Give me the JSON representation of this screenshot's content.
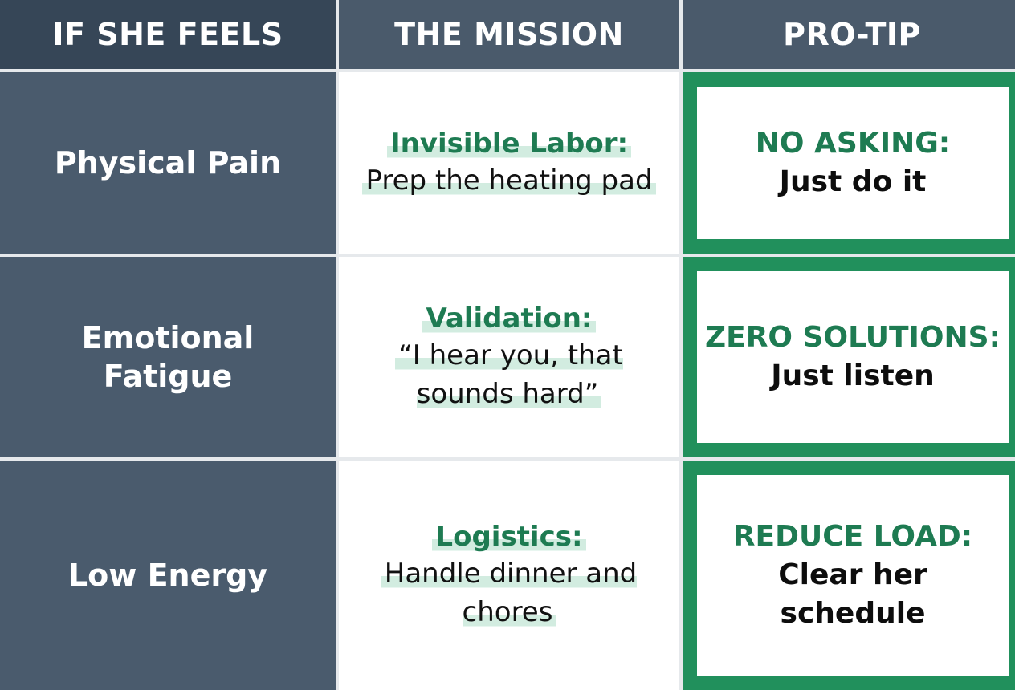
{
  "headers": [
    "IF SHE FEELS",
    "THE MISSION",
    "PRO-TIP"
  ],
  "rows": [
    {
      "feeling": "Physical Pain",
      "mission_label": "Invisible Labor:",
      "mission_text": "Prep the heating pad",
      "tip_label": "NO ASKING:",
      "tip_text": "Just do it"
    },
    {
      "feeling": "Emotional Fatigue",
      "mission_label": "Validation:",
      "mission_text": "“I hear you, that sounds hard”",
      "tip_label": "ZERO SOLUTIONS:",
      "tip_text": "Just listen"
    },
    {
      "feeling": "Low Energy",
      "mission_label": "Logistics:",
      "mission_text": "Handle dinner and chores",
      "tip_label": "REDUCE LOAD:",
      "tip_text": "Clear her schedule"
    }
  ],
  "colors": {
    "header_first": "#364657",
    "header": "#4a5a6b",
    "feeling_cell": "#4a5b6d",
    "accent_green": "#1e7b52",
    "tip_border": "#21905c",
    "highlight": "#d2ece0"
  }
}
